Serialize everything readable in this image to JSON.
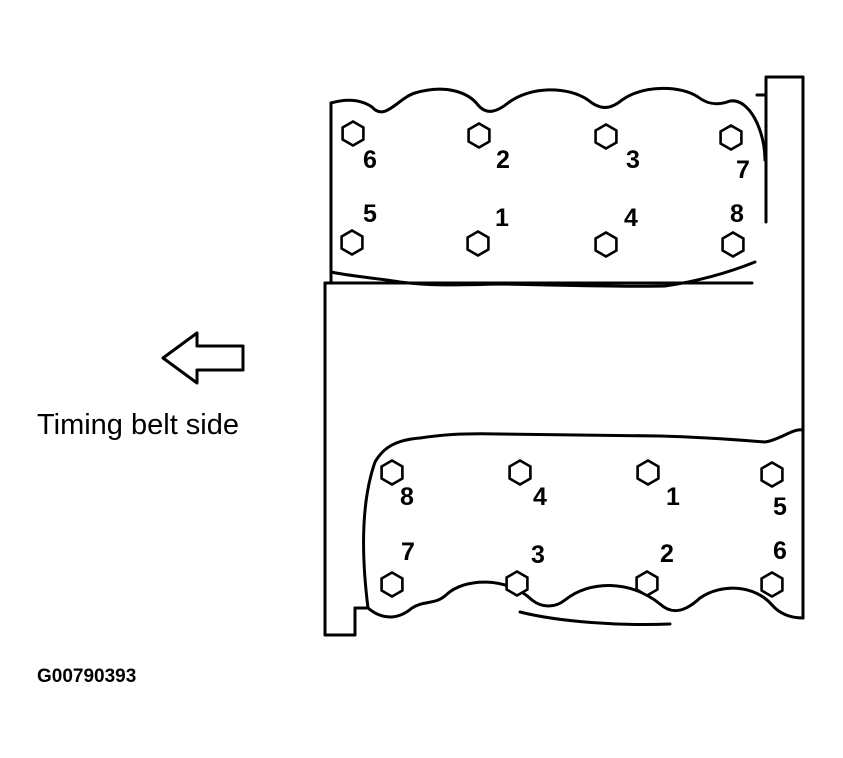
{
  "direction_label": "Timing belt side",
  "figure_id": "G00790393",
  "upper_head": {
    "bolts": [
      "6",
      "2",
      "3",
      "7",
      "5",
      "1",
      "4",
      "8"
    ]
  },
  "lower_head": {
    "bolts": [
      "8",
      "4",
      "1",
      "5",
      "7",
      "3",
      "2",
      "6"
    ]
  }
}
